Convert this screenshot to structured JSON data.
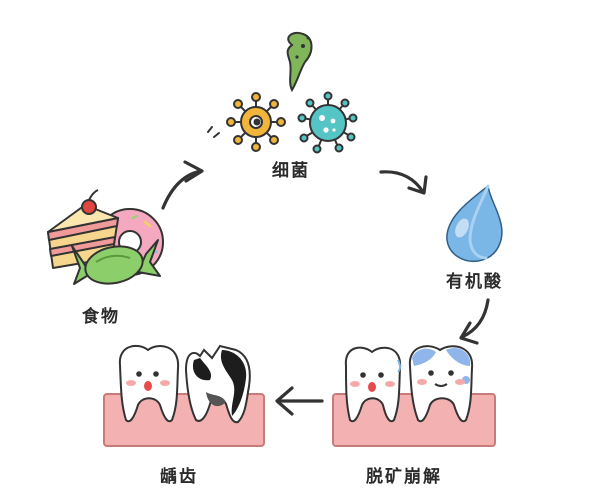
{
  "labels": {
    "bacteria": "细菌",
    "acid": "有机酸",
    "food": "食物",
    "caries": "龋齿",
    "demineralization": "脱矿崩解"
  },
  "icons": {
    "food": "food-icon",
    "bacteria": "bacteria-icon",
    "acid": "acid-droplet-icon",
    "caries_teeth": "caries-teeth-icon",
    "demineralized_teeth": "demineralized-teeth-icon"
  },
  "colors": {
    "outline": "#333333",
    "bacteria_orange": "#f2b53c",
    "bacteria_green": "#7fb65a",
    "bacteria_teal": "#55c4c4",
    "droplet_blue": "#7ab6e6",
    "gum_pink": "#f3b1b1",
    "gum_outline": "#c87b7b",
    "cake_yellow": "#f6d58c",
    "cake_pink": "#f19a9a",
    "candy_green": "#8ccf6a",
    "donut_pink": "#f4a9c0",
    "decay_black": "#1d1d1d",
    "decay_blue": "#8fb5ea"
  }
}
